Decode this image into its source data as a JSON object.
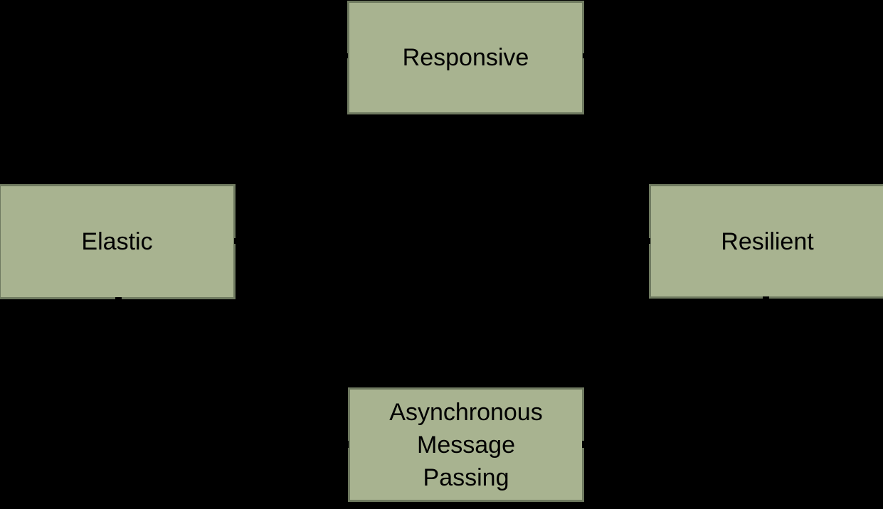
{
  "diagram": {
    "colors": {
      "background": "#000000",
      "box_fill": "#a8b390",
      "box_border": "#6f7a60",
      "text": "#000000",
      "arrowhead": "#000000"
    },
    "nodes": [
      {
        "id": "responsive",
        "label": "Responsive"
      },
      {
        "id": "elastic",
        "label": "Elastic"
      },
      {
        "id": "resilient",
        "label": "Resilient"
      },
      {
        "id": "asynchronous-message-passing",
        "label": "Asynchronous Message Passing",
        "lines": [
          "Asynchronous",
          "Message",
          "Passing"
        ]
      }
    ],
    "arrowheads": [
      "responsive-left",
      "responsive-right",
      "elastic-top",
      "elastic-right",
      "elastic-bottom",
      "resilient-top",
      "resilient-left",
      "resilient-bottom",
      "async-left",
      "async-right"
    ]
  }
}
